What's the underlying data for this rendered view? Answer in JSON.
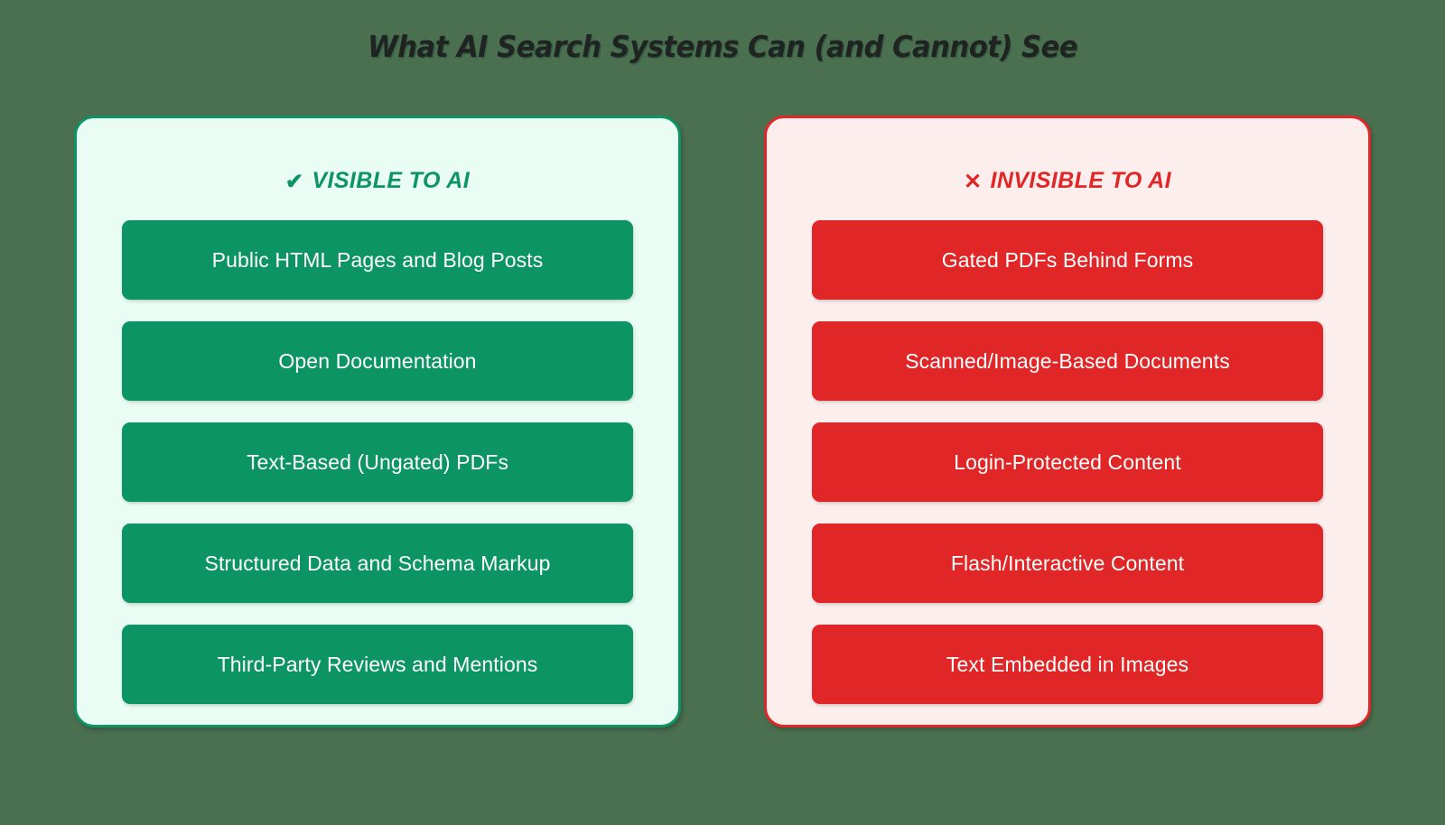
{
  "title": "What AI Search Systems Can (and Cannot) See",
  "theme": {
    "background": "#4a7050",
    "title_color": "#1f2422",
    "visible_accent": "#0d9464",
    "visible_card_bg": "#e9fdf4",
    "invisible_accent": "#e02626",
    "invisible_card_bg": "#fdeeee",
    "pill_text_color": "#ffffff"
  },
  "columns": [
    {
      "id": "visible",
      "icon": "✔",
      "icon_name": "check-icon",
      "header": "VISIBLE TO AI",
      "items": [
        "Public HTML Pages and Blog Posts",
        "Open Documentation",
        "Text-Based (Ungated) PDFs",
        "Structured Data and Schema Markup",
        "Third-Party Reviews and Mentions"
      ]
    },
    {
      "id": "invisible",
      "icon": "✕",
      "icon_name": "cross-icon",
      "header": "INVISIBLE TO AI",
      "items": [
        "Gated PDFs Behind Forms",
        "Scanned/Image-Based Documents",
        "Login-Protected Content",
        "Flash/Interactive Content",
        "Text Embedded in Images"
      ]
    }
  ]
}
